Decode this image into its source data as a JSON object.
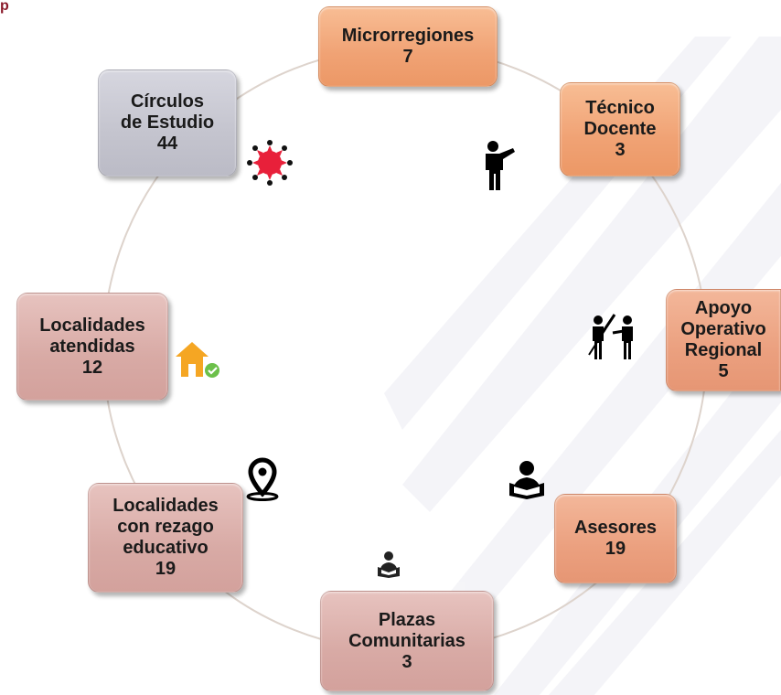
{
  "header_fragment": "p",
  "nodes": [
    {
      "id": "microrregiones",
      "lines": [
        "Microrregiones"
      ],
      "value": "7",
      "color": "#f0a274"
    },
    {
      "id": "tecnico-docente",
      "lines": [
        "Técnico",
        "Docente"
      ],
      "value": "3",
      "color": "#f0a274"
    },
    {
      "id": "apoyo-operativo-regional",
      "lines": [
        "Apoyo",
        "Operativo",
        "Regional"
      ],
      "value": "5",
      "color": "#eba07f"
    },
    {
      "id": "asesores",
      "lines": [
        "Asesores"
      ],
      "value": "19",
      "color": "#eba07f"
    },
    {
      "id": "plazas-comunitarias",
      "lines": [
        "Plazas",
        "Comunitarias"
      ],
      "value": "3",
      "color": "#d8aaa5"
    },
    {
      "id": "localidades-rezago",
      "lines": [
        "Localidades",
        "con rezago",
        "educativo"
      ],
      "value": "19",
      "color": "#d8aaa5"
    },
    {
      "id": "localidades-atendidas",
      "lines": [
        "Localidades",
        "atendidas"
      ],
      "value": "12",
      "color": "#d8aaa5"
    },
    {
      "id": "circulos-estudio",
      "lines": [
        "Círculos",
        "de Estudio"
      ],
      "value": "44",
      "color": "#c4c4ce"
    }
  ],
  "icons": {
    "tecnico": "teacher-pointing-icon",
    "apoyo": "support-team-icon",
    "asesores": "advisor-reading-icon",
    "plazas": "student-reading-icon",
    "rezago": "location-pin-icon",
    "localidades": "house-check-icon",
    "circulos": "study-circle-icon"
  },
  "colors": {
    "ring": "#ddd3cc",
    "accent_dark": "#8a1a2a",
    "circle_icon": "#e8203a",
    "house": "#f5a623",
    "check": "#6cc04a"
  }
}
